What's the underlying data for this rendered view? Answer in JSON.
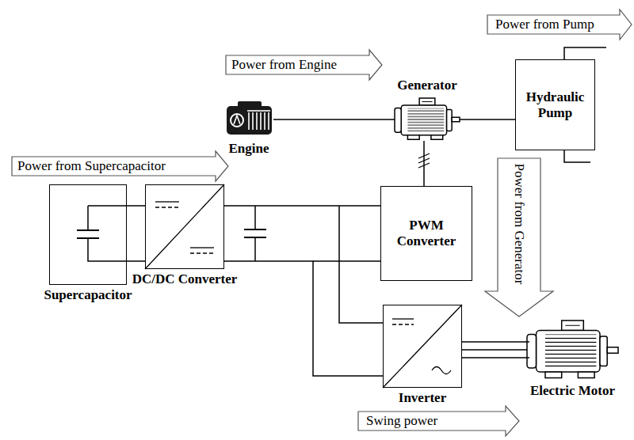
{
  "diagram": {
    "nodes": [
      {
        "text": [
          "Engine"
        ]
      },
      {
        "text": [
          "Generator"
        ]
      },
      {
        "text": [
          "Hydraulic Pump"
        ]
      },
      {
        "text": [
          "Supercapacitor"
        ]
      },
      {
        "text": [
          "DC/DC Converter"
        ]
      },
      {
        "text": [
          "PWM Converter"
        ]
      },
      {
        "text": [
          "Inverter"
        ]
      },
      {
        "text": [
          "Electric Motor"
        ]
      }
    ],
    "edges": [
      {
        "from": 0,
        "to": 1,
        "arrow": "none"
      },
      {
        "from": 1,
        "to": 2,
        "arrow": "none"
      },
      {
        "from": 1,
        "to": 5,
        "arrow": "none"
      },
      {
        "from": 3,
        "to": 4,
        "arrow": "none"
      },
      {
        "from": 4,
        "to": 5,
        "arrow": "none"
      },
      {
        "from": 4,
        "to": 6,
        "arrow": "none"
      },
      {
        "from": 6,
        "to": 7,
        "arrow": "none"
      }
    ],
    "labels": [
      "Power from Pump",
      "Power from Engine",
      "Power from Supercapacitor",
      "Power from Generator",
      "Swing power"
    ]
  }
}
